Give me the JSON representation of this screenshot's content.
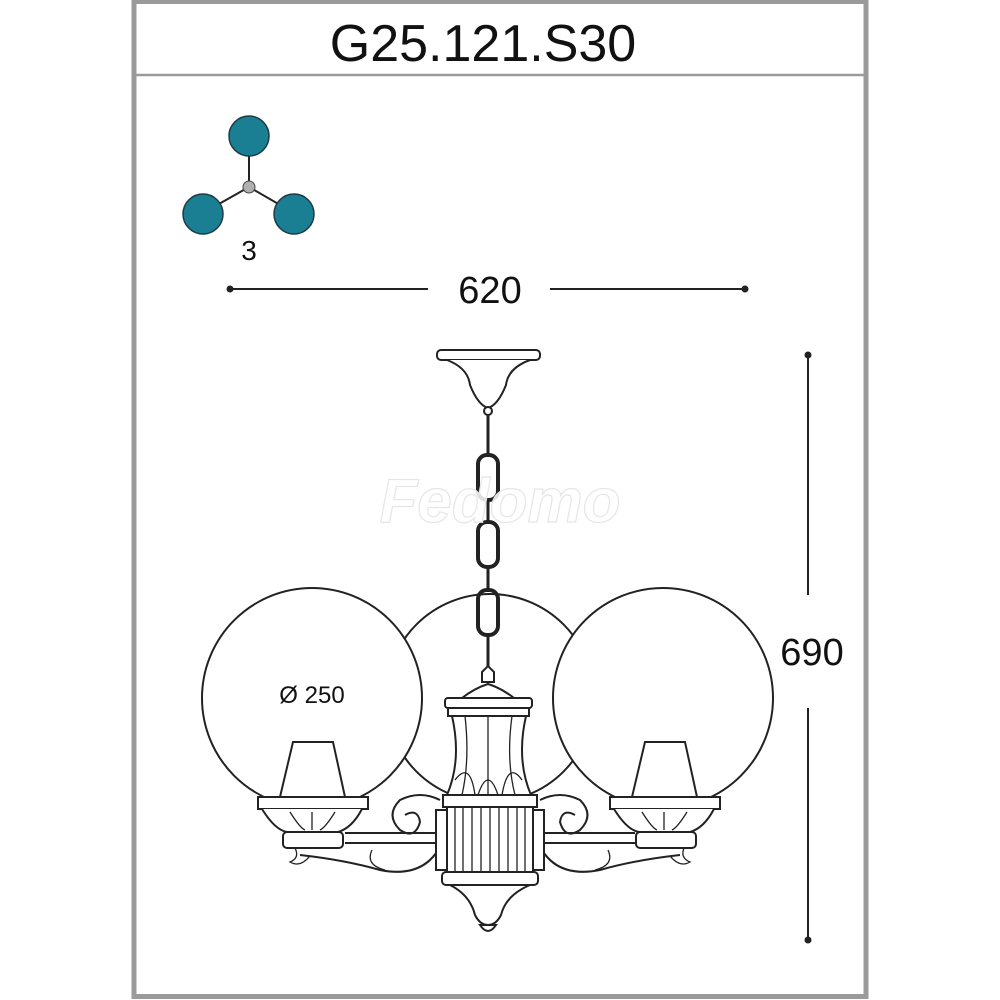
{
  "title": "G25.121.S30",
  "config_icon": {
    "name": "three-light-configuration",
    "count_label": "3",
    "globe_color": "#1a7f93",
    "hub_color": "#b0b0b0"
  },
  "dimensions": {
    "width_label": "620",
    "height_label": "690",
    "globe_diameter_label": "Ø 250"
  },
  "watermark": "Fedomo",
  "colors": {
    "frame": "#9a9a9a",
    "line": "#222222"
  }
}
